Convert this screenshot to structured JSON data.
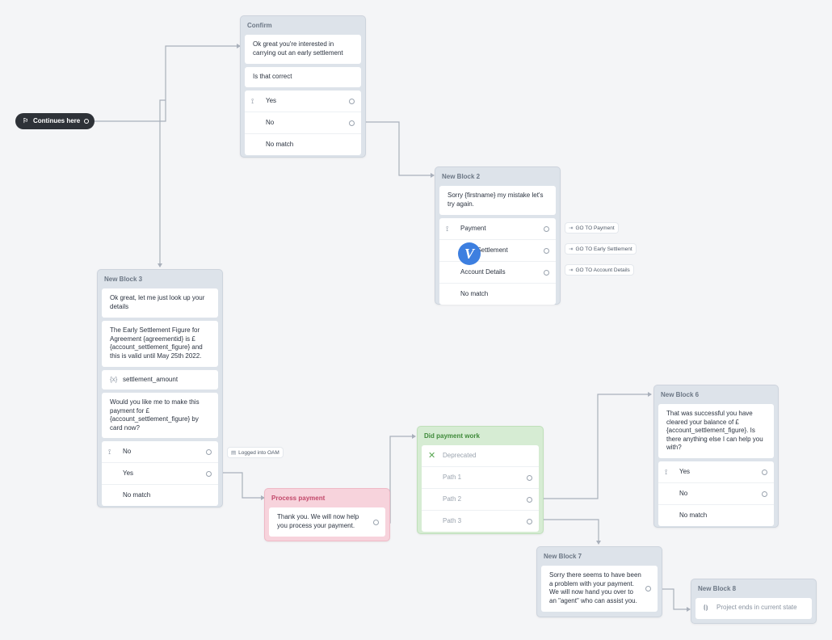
{
  "start_node": {
    "label": "Continues here",
    "icon": "flag-icon"
  },
  "blocks": {
    "confirm": {
      "title": "Confirm",
      "messages": [
        "Ok great you're interested in carrying out an early settlement",
        "Is that correct"
      ],
      "choices": [
        "Yes",
        "No",
        "No match"
      ]
    },
    "block2": {
      "title": "New Block 2",
      "message": "Sorry {firstname} my mistake let's try again.",
      "choices": [
        "Payment",
        "Early Settlement",
        "Account Details",
        "No match"
      ],
      "gotos": [
        "GO TO Payment",
        "GO TO Early Settlement",
        "GO TO Account Details"
      ]
    },
    "block3": {
      "title": "New Block 3",
      "messages": [
        "Ok great, let me just look up your details",
        "The Early Settlement Figure for Agreement {agreementid} is £ {account_settlement_figure} and this is valid until May 25th 2022.",
        "Would you like me to make this payment for £ {account_settlement_figure} by card now?"
      ],
      "variable": {
        "icon": "{x}",
        "name": "settlement_amount"
      },
      "choices": [
        "No",
        "Yes",
        "No match"
      ],
      "note": "Logged into OAM"
    },
    "process": {
      "title": "Process payment",
      "message": "Thank you. We will now help you process your payment."
    },
    "didwork": {
      "title": "Did payment work",
      "deprecated": "Deprecated",
      "paths": [
        "Path 1",
        "Path 2",
        "Path 3"
      ]
    },
    "block6": {
      "title": "New Block 6",
      "message": "That was successful you have cleared your balance of £ {account_settlement_figure}.  Is there anything else I can help you with?",
      "choices": [
        "Yes",
        "No",
        "No match"
      ]
    },
    "block7": {
      "title": "New Block 7",
      "message": "Sorry there seems to have been a problem with your payment. We will now hand you over to an \"agent\" who can assist you."
    },
    "block8": {
      "title": "New Block 8",
      "end": "Project ends in current state"
    }
  },
  "avatar_letter": "V",
  "colors": {
    "block": "#dde3ea",
    "pink": "#f7d3dc",
    "green": "#d6ecd3",
    "link": "#a9b0bb",
    "avatar": "#3d7fe0"
  }
}
